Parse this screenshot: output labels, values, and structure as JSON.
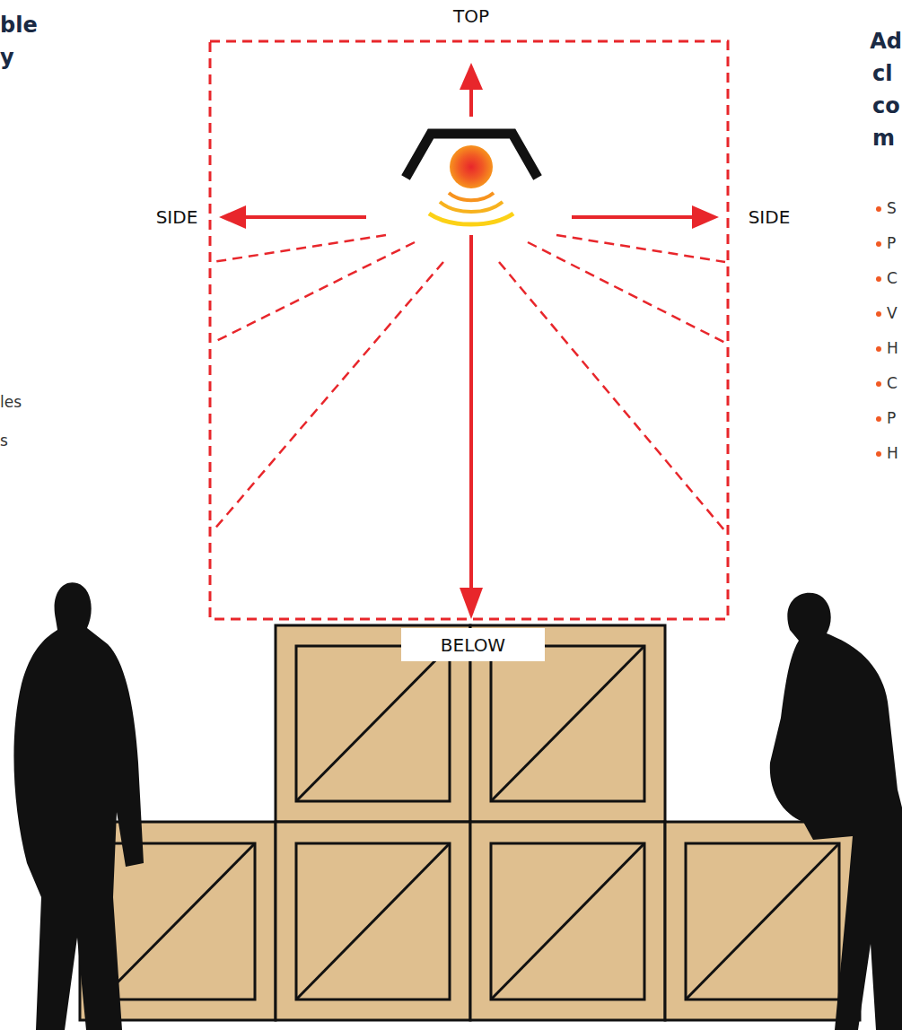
{
  "diagram": {
    "nodes": [
      {
        "text": [
          "BELOW"
        ]
      }
    ],
    "labels": [
      "ble",
      "y",
      "les",
      "s",
      "TOP",
      "SIDE",
      "SIDE",
      "Ad",
      "cl",
      "co",
      "m",
      "S",
      "P",
      "C",
      "V",
      "H",
      "C",
      "P",
      "H"
    ]
  }
}
